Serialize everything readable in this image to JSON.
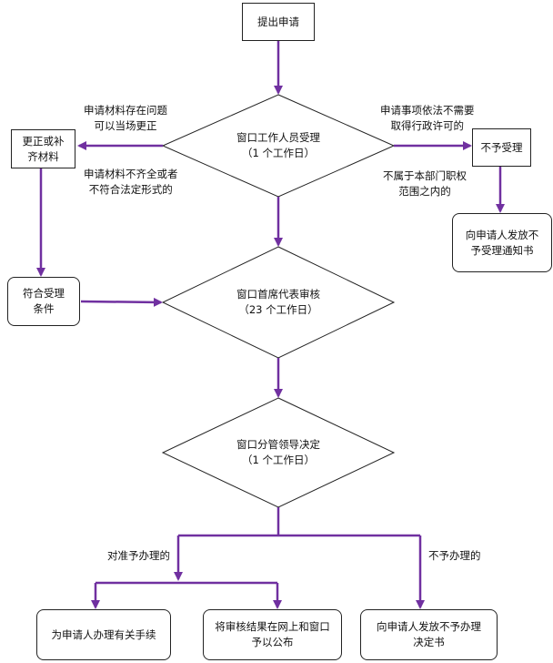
{
  "nodes": {
    "start": "提出申请",
    "accept": "窗口工作人员受理\n（1 个工作日）",
    "correct": "更正或补\n齐材料",
    "reject": "不予受理",
    "reject_notice": "向申请人发放不\n予受理通知书",
    "eligible": "符合受理\n条件",
    "review": "窗口首席代表审核\n（23 个工作日）",
    "decide": "窗口分管领导决定\n（1 个工作日）",
    "approve_proc": "为申请人办理有关手续",
    "publish": "将审核结果在网上和窗口\n予以公布",
    "deny_book": "向申请人发放不予办理\n决定书"
  },
  "labels": {
    "fix_on_site": "申请材料存在问题\n可以当场更正",
    "incomplete": "申请材料不齐全或者\n不符合法定形式的",
    "no_permit": "申请事项依法不需要\n取得行政许可的",
    "out_of_scope": "不属于本部门职权\n范围之内的",
    "approve": "对准予办理的",
    "deny": "不予办理的"
  },
  "colors": {
    "arrow": "#7030A0",
    "border": "#222222"
  }
}
